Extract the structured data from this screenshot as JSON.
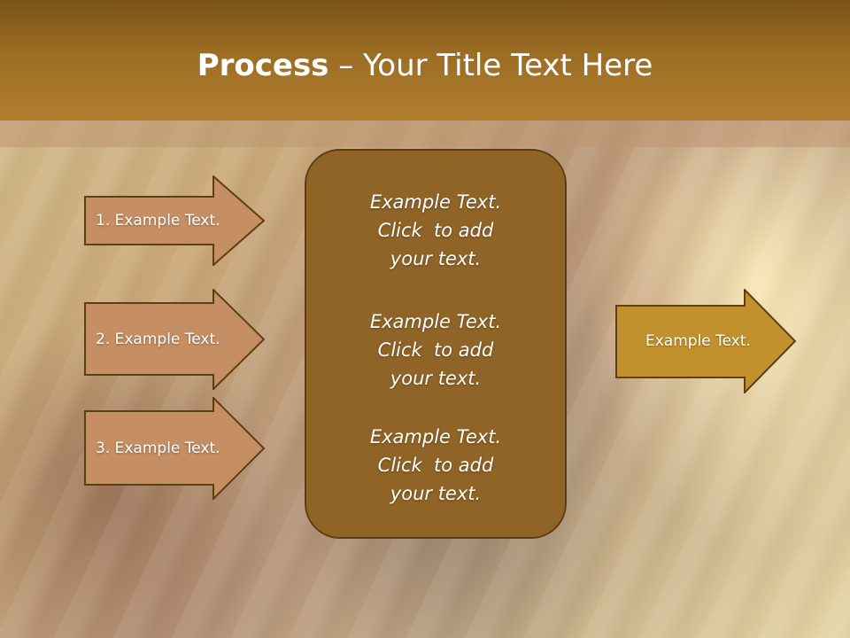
{
  "slide": {
    "title_bold": "Process",
    "title_rest": " – Your Title Text Here"
  },
  "left_arrows": [
    {
      "label": "1. Example Text."
    },
    {
      "label": "2. Example Text."
    },
    {
      "label": "3. Example Text."
    }
  ],
  "center_box": {
    "blocks": [
      {
        "lines": [
          "Example Text.",
          "Click  to add",
          "your text."
        ]
      },
      {
        "lines": [
          "Example Text.",
          "Click  to add",
          "your text."
        ]
      },
      {
        "lines": [
          "Example Text.",
          "Click  to add",
          "your text."
        ]
      }
    ]
  },
  "right_arrow": {
    "label": "Example Text."
  },
  "colors": {
    "header": "#9c6d24",
    "left_arrow_fill": "#c58e63",
    "center_fill": "#8f6426",
    "right_arrow_fill": "#c0912c",
    "outline": "#5e3f14"
  }
}
